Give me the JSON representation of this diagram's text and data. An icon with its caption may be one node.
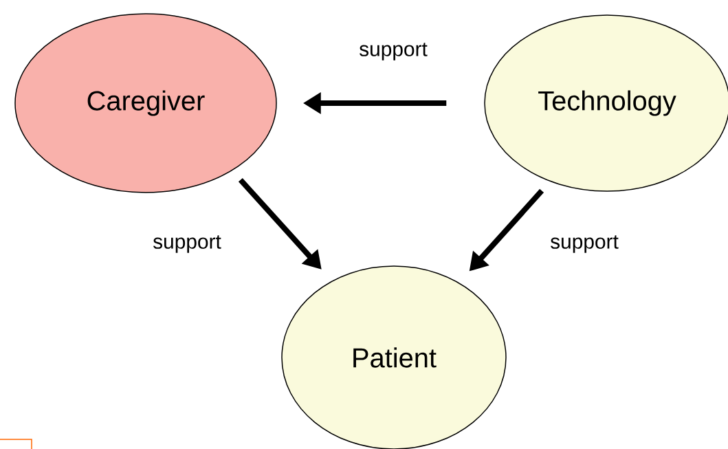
{
  "diagram": {
    "nodes": [
      {
        "text": [
          "Caregiver"
        ]
      },
      {
        "text": [
          "Technology"
        ]
      },
      {
        "text": [
          "Patient"
        ]
      }
    ],
    "edges": [
      {
        "from": 1,
        "to": 0,
        "arrow": "to",
        "label": "support"
      },
      {
        "from": 0,
        "to": 2,
        "arrow": "to",
        "label": "support"
      },
      {
        "from": 1,
        "to": 2,
        "arrow": "to",
        "label": "support"
      }
    ]
  }
}
